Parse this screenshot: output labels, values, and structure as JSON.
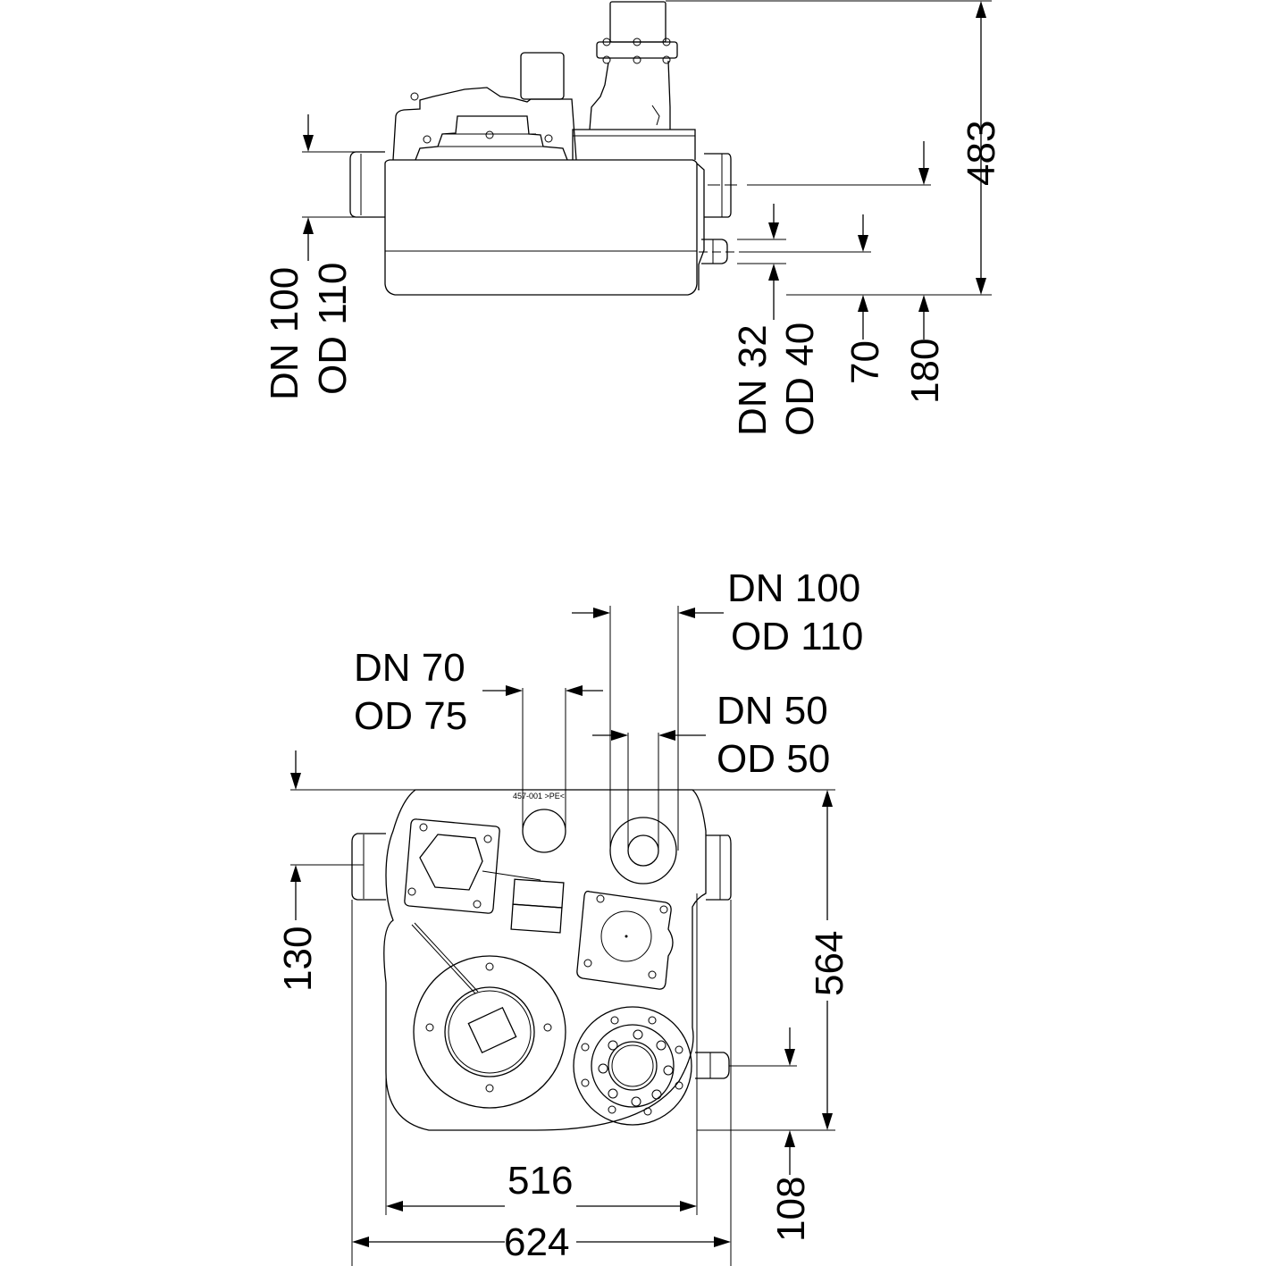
{
  "drawing": {
    "side_view": {
      "height_total": "483",
      "inlet_left": {
        "line1": "DN 100",
        "line2": "OD 110"
      },
      "inlet_small": {
        "line1": "DN 32",
        "line2": "OD 40"
      },
      "height_small_inlet": "70",
      "height_right_inlet": "180"
    },
    "top_view": {
      "inlet_top_right": {
        "line1": "DN 100",
        "line2": "OD 110"
      },
      "inlet_top_left": {
        "line1": "DN 70",
        "line2": "OD 75"
      },
      "inlet_mid": {
        "line1": "DN 50",
        "line2": "OD 50"
      },
      "depth_total": "564",
      "left_inlet_offset": "130",
      "bottom_offset": "108",
      "width_inner": "516",
      "width_total": "624",
      "part_marking": "457-001  >PE<"
    }
  },
  "colors": {
    "line": "#000000",
    "background": "#ffffff"
  }
}
